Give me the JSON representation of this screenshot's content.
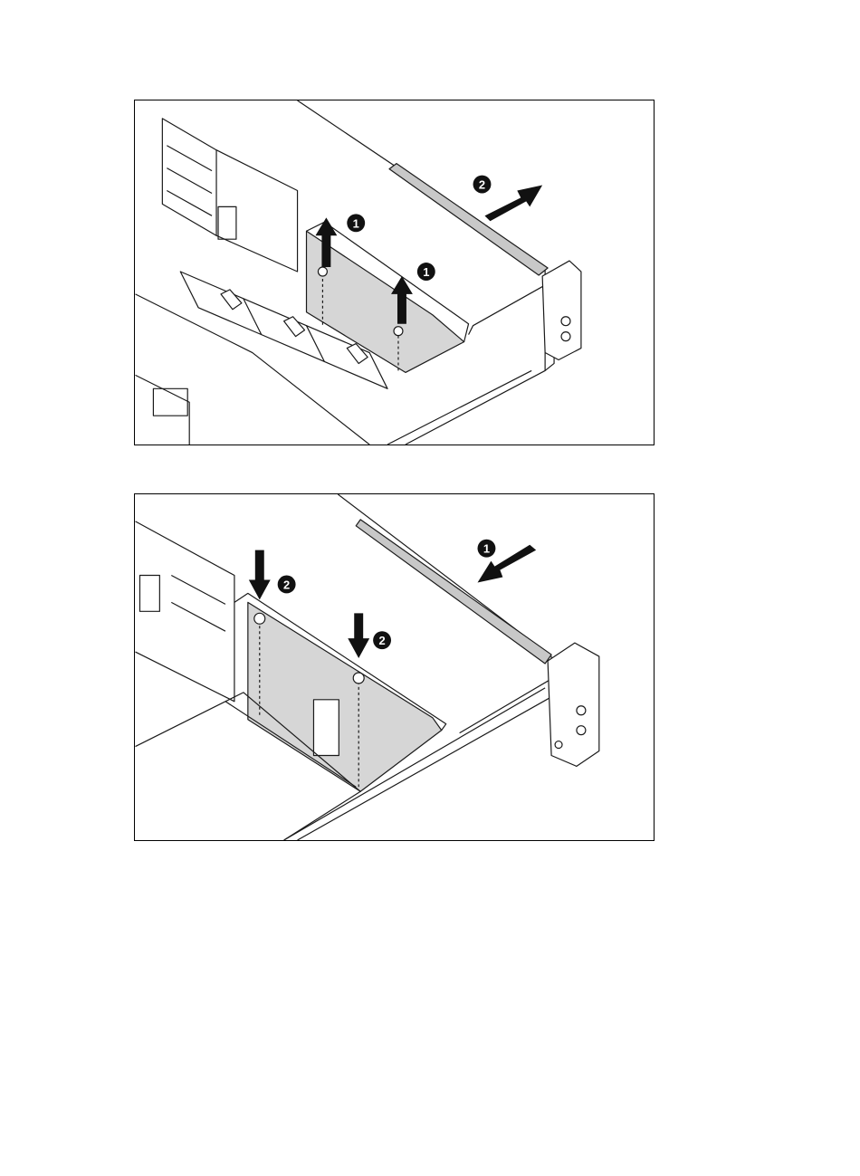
{
  "figures": [
    {
      "id": "removal-step",
      "callouts": [
        {
          "label": "1"
        },
        {
          "label": "1"
        },
        {
          "label": "2"
        }
      ]
    },
    {
      "id": "installation-step",
      "callouts": [
        {
          "label": "1"
        },
        {
          "label": "2"
        },
        {
          "label": "2"
        }
      ]
    }
  ],
  "colors": {
    "line": "#1a1a1a",
    "panel_fill": "#d6d6d6",
    "rail_fill": "#c8c8c8",
    "callout_fill": "#111111",
    "arrow_fill": "#111111"
  }
}
